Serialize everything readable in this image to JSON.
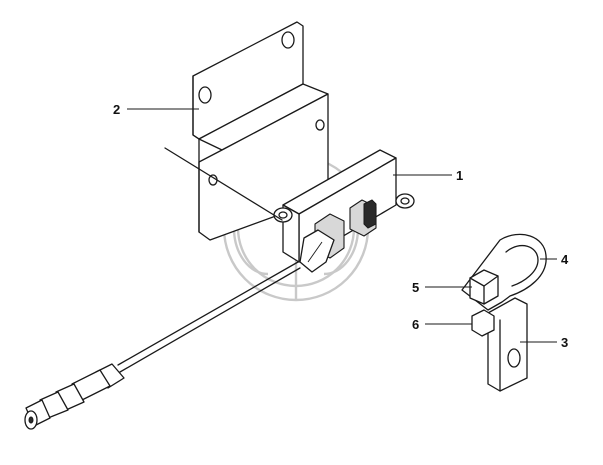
{
  "callouts": [
    {
      "label": "1"
    },
    {
      "label": "2"
    },
    {
      "label": "3"
    },
    {
      "label": "4"
    },
    {
      "label": "5"
    },
    {
      "label": "6"
    }
  ],
  "colors": {
    "line": "#1a1a1a",
    "watermark": "#c9c9c9",
    "background": "#ffffff"
  }
}
